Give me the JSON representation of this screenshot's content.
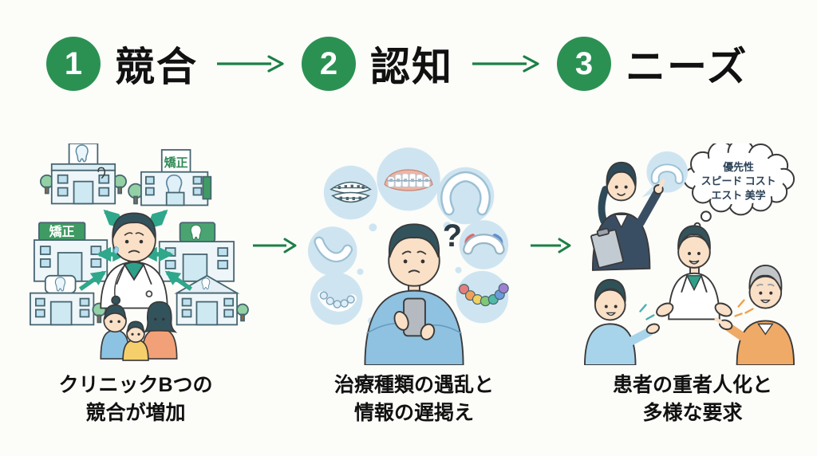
{
  "steps": [
    {
      "number": "1",
      "label": "競合"
    },
    {
      "number": "2",
      "label": "認知"
    },
    {
      "number": "3",
      "label": "ニーズ"
    }
  ],
  "panels": [
    {
      "id": "competition",
      "caption": [
        "クリニックBつの",
        "競合が増加"
      ],
      "building_signs": {
        "top_right": "矯正",
        "mid_left": "矯正"
      }
    },
    {
      "id": "awareness",
      "caption": [
        "治療種類の遇乱と",
        "情報の遅掲え"
      ],
      "question_mark": "?"
    },
    {
      "id": "needs",
      "caption": [
        "患者の重者人化と",
        "多様な要求"
      ],
      "thought_bubble": [
        "優先性",
        "スピード コスト",
        "エスト 美学"
      ]
    }
  ],
  "colors": {
    "step_circle_green": "#2b9153",
    "flow_arrow_green": "#1b8046",
    "competition_arrow_teal": "#2ea78b",
    "sign_green": "#3f9b63",
    "bubble_blue": "#cee5f1",
    "text": "#111111",
    "background": "#fcfcf9"
  }
}
